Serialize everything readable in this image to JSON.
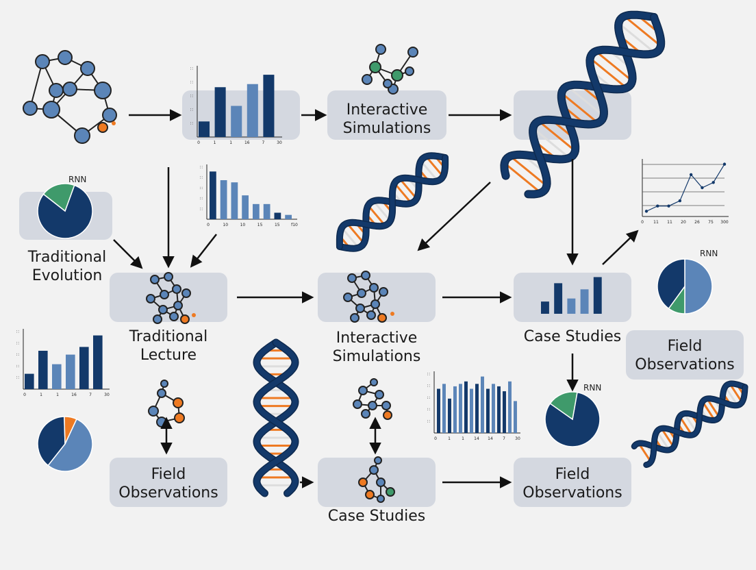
{
  "labels": {
    "sim_top": "Interactive\nSimulations",
    "trad_evolution": "Traditional\nEvolution",
    "trad_lecture": "Traditional\nLecture",
    "sim_mid": "Interactive\nSimulations",
    "case_right": "Case Studies",
    "field_right_top": "Field\nObservations",
    "field_left": "Field\nObservations",
    "case_bottom": "Case Studies",
    "field_bottom_right": "Field\nObservations"
  },
  "pie_labels": {
    "pie1": "RNN",
    "pie2": "RNN",
    "pie3": "RNN"
  },
  "colors": {
    "navy": "#13396a",
    "blue": "#5b85b8",
    "green": "#3f9a6b",
    "orange": "#ee7a22",
    "box": "#d4d8e0",
    "arrow": "#111111"
  },
  "icons": [
    "network-icon",
    "dna-helix-icon",
    "bar-chart-icon",
    "pie-chart-icon",
    "line-chart-icon"
  ],
  "chart_data": [
    {
      "type": "bar",
      "x_ticks": [
        "0",
        "1",
        "1",
        "16",
        "7",
        "30"
      ],
      "values": [
        5,
        16,
        10,
        17,
        20
      ]
    },
    {
      "type": "bar",
      "x_ticks": [
        "0",
        "10",
        "10",
        "15",
        "15",
        "f10"
      ],
      "values": [
        22,
        18,
        17,
        11,
        7,
        7,
        3,
        2
      ]
    },
    {
      "type": "bar",
      "x_ticks": [
        "0",
        "1",
        "1",
        "16",
        "7",
        "30"
      ],
      "values": [
        8,
        20,
        13,
        18,
        22,
        28
      ]
    },
    {
      "type": "bar",
      "x_ticks": [
        "0",
        "1",
        "1",
        "14",
        "14",
        "7",
        "30"
      ],
      "values": [
        18,
        20,
        14,
        19,
        20,
        21,
        18,
        20,
        23,
        18,
        20,
        19,
        17,
        21,
        13
      ]
    },
    {
      "type": "bar",
      "values": [
        4,
        10,
        5,
        8,
        12
      ]
    },
    {
      "type": "line",
      "x_ticks": [
        "0",
        "11",
        "11",
        "20",
        "26",
        "75",
        "300"
      ],
      "values": [
        4,
        8,
        8,
        12,
        32,
        22,
        26,
        40
      ]
    },
    {
      "type": "pie",
      "label": "RNN",
      "values": [
        80,
        20
      ]
    },
    {
      "type": "pie",
      "label": "RNN",
      "values": [
        50,
        10,
        40
      ]
    },
    {
      "type": "pie",
      "label": "RNN",
      "values": [
        82,
        18
      ]
    },
    {
      "type": "pie",
      "values": [
        58,
        42,
        8
      ]
    }
  ]
}
